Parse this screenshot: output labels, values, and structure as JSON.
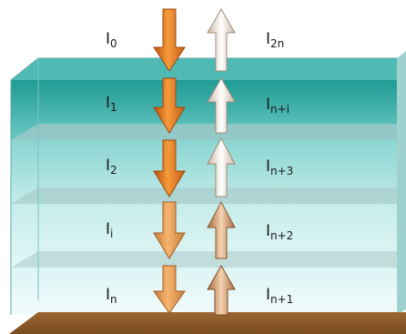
{
  "diagram": {
    "down_labels": [
      {
        "base": "I",
        "sub": "0"
      },
      {
        "base": "I",
        "sub": "1"
      },
      {
        "base": "I",
        "sub": "2"
      },
      {
        "base": "I",
        "sub": "i"
      },
      {
        "base": "I",
        "sub": "n"
      }
    ],
    "up_labels": [
      {
        "base": "I",
        "sub": "2n"
      },
      {
        "base": "I",
        "sub": "n+i"
      },
      {
        "base": "I",
        "sub": "n+3"
      },
      {
        "base": "I",
        "sub": "n+2"
      },
      {
        "base": "I",
        "sub": "n+1"
      }
    ]
  },
  "colors": {
    "top_layer": "#2aa6a0",
    "deep_layer": "#7fd0cc",
    "light_layer": "#d9f4f4",
    "ground": "#8b5a2b",
    "down_arrow": "#e07d20",
    "up_arrow": "#f7ece0"
  }
}
